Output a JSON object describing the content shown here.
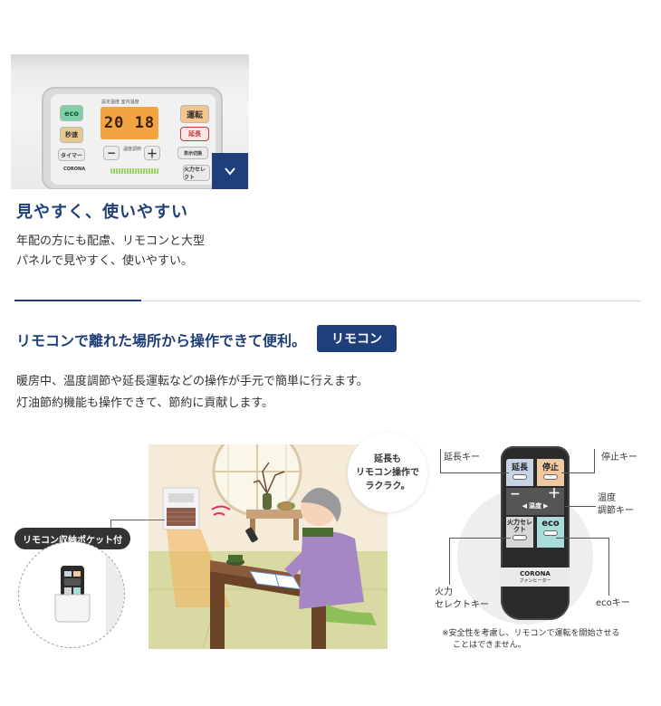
{
  "panel": {
    "lcd_caption": "設定温度  室内温度",
    "lcd_value": "20 18",
    "keys": {
      "eco": "eco",
      "binkan": "秒速",
      "timer": "タイマー",
      "unten": "運転",
      "encho": "延長",
      "hyoji": "表示切換",
      "karyoku": "火力セレクト",
      "ondo": "温度調節",
      "minus": "−",
      "plus": "＋"
    },
    "brand": "CORONA"
  },
  "feature1": {
    "title": "見やすく、使いやすい",
    "body": "年配の方にも配慮、リモコンと大型\nパネルで見やすく、使いやすい。"
  },
  "feature2": {
    "title": "リモコンで離れた場所から操作できて便利。",
    "tag": "リモコン",
    "body_lines": [
      "暖房中、温度調節や延長運転などの操作が手元で簡単に行えます。",
      "灯油節約機能も操作できて、節約に貢献します。"
    ]
  },
  "illustration": {
    "bubble_lines": [
      "延長も",
      "リモコン操作で",
      "ラクラク。"
    ],
    "pocket_label": "リモコン収納ポケット付"
  },
  "remote": {
    "keys": {
      "encho": "延長",
      "teishi": "停止",
      "ondo": "温度",
      "karyoku": "火力セレクト",
      "eco": "eco"
    },
    "brand": "CORONA",
    "brand_sub": "ファンヒーター",
    "callouts": {
      "encho": "延長キー",
      "teishi": "停止キー",
      "ondo": "温度\n調節キー",
      "karyoku": "火力\nセレクトキー",
      "eco": "ecoキー"
    },
    "note_lines": [
      "※安全性を考慮し、リモコンで運転を開始させる",
      "ことはできません。"
    ]
  },
  "colors": {
    "navy": "#1f3f7a",
    "lcd": "#f2a443"
  }
}
